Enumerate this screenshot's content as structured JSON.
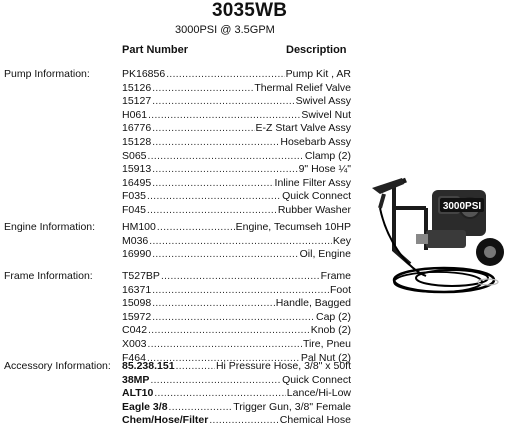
{
  "title": "3035WB",
  "subtitle": "3000PSI @ 3.5GPM",
  "headers": {
    "part_number": "Part Number",
    "description": "Description"
  },
  "sections": [
    {
      "label": "Pump Information:",
      "items": [
        {
          "pn": "PK16856",
          "desc": "Pump Kit , AR",
          "bold": false
        },
        {
          "pn": "15126",
          "desc": "Thermal Relief Valve",
          "bold": false
        },
        {
          "pn": "15127",
          "desc": "Swivel Assy",
          "bold": false
        },
        {
          "pn": "H061",
          "desc": "Swivel Nut",
          "bold": false
        },
        {
          "pn": "16776",
          "desc": "E-Z Start Valve Assy",
          "bold": false
        },
        {
          "pn": "15128",
          "desc": "Hosebarb Assy",
          "bold": false
        },
        {
          "pn": "S065",
          "desc": "Clamp (2)",
          "bold": false
        },
        {
          "pn": "15913",
          "desc": "9\" Hose ¼\"",
          "bold": false
        },
        {
          "pn": "16495",
          "desc": "Inline Filter Assy",
          "bold": false
        },
        {
          "pn": "F035",
          "desc": "Quick Connect",
          "bold": false
        },
        {
          "pn": "F045",
          "desc": "Rubber Washer",
          "bold": false
        }
      ]
    },
    {
      "label": "Engine Information:",
      "items": [
        {
          "pn": "HM100",
          "desc": "Engine, Tecumseh 10HP",
          "bold": false
        },
        {
          "pn": "M036",
          "desc": "Key",
          "bold": false
        },
        {
          "pn": "16990",
          "desc": "Oil, Engine",
          "bold": false
        }
      ]
    },
    {
      "label": "Frame Information:",
      "items": [
        {
          "pn": "T527BP",
          "desc": "Frame",
          "bold": false
        },
        {
          "pn": "16371",
          "desc": "Foot",
          "bold": false
        },
        {
          "pn": "15098",
          "desc": "Handle, Bagged",
          "bold": false
        },
        {
          "pn": "15972",
          "desc": "Cap (2)",
          "bold": false
        },
        {
          "pn": "C042",
          "desc": "Knob (2)",
          "bold": false
        },
        {
          "pn": "X003",
          "desc": "Tire, Pneu",
          "bold": false
        },
        {
          "pn": "F464",
          "desc": "Pal Nut (2)",
          "bold": false
        }
      ]
    },
    {
      "label": "Accessory Information:",
      "items": [
        {
          "pn": "85.238.151",
          "desc": "Hi Pressure Hose, 3/8\" x 50ft",
          "bold": true
        },
        {
          "pn": "38MP",
          "desc": "Quick Connect",
          "bold": true
        },
        {
          "pn": "ALT10",
          "desc": "Lance/Hi-Low",
          "bold": true
        },
        {
          "pn": "Eagle 3/8",
          "desc": "Trigger Gun, 3/8\" Female",
          "bold": true
        },
        {
          "pn": "Chem/Hose/Filter",
          "desc": "Chemical Hose",
          "bold": true
        }
      ]
    }
  ],
  "product_image": {
    "badge_text": "3000PSI",
    "colors": {
      "frame": "#1a1a1a",
      "body": "#2b2b2b",
      "badge_bg": "#111111",
      "badge_text": "#ffffff",
      "hose": "#000000",
      "chrome": "#9a9a9a"
    }
  }
}
